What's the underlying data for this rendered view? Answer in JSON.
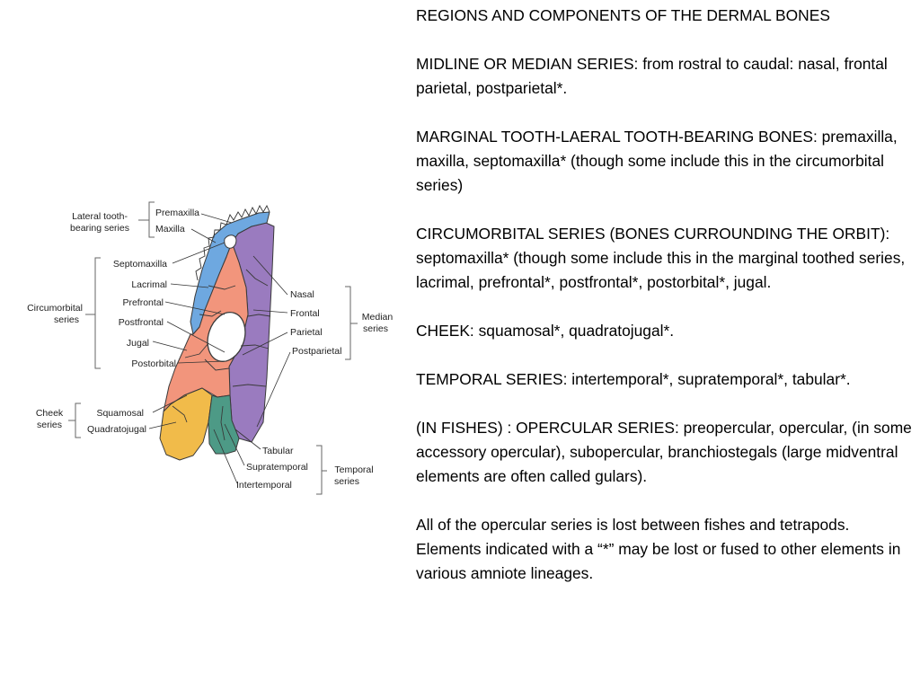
{
  "diagram": {
    "groups": {
      "lateral_tooth_bearing": [
        "Lateral tooth-",
        "bearing series"
      ],
      "circumorbital": [
        "Circumorbital",
        "series"
      ],
      "cheek": [
        "Cheek",
        "series"
      ],
      "median": [
        "Median",
        "series"
      ],
      "temporal": [
        "Temporal",
        "series"
      ]
    },
    "bones": {
      "premaxilla": "Premaxilla",
      "maxilla": "Maxilla",
      "septomaxilla": "Septomaxilla",
      "lacrimal": "Lacrimal",
      "prefrontal": "Prefrontal",
      "postfrontal": "Postfrontal",
      "jugal": "Jugal",
      "postorbital": "Postorbital",
      "squamosal": "Squamosal",
      "quadratojugal": "Quadratojugal",
      "nasal": "Nasal",
      "frontal": "Frontal",
      "parietal": "Parietal",
      "postparietal": "Postparietal",
      "tabular": "Tabular",
      "supratemporal": "Supratemporal",
      "intertemporal": "Intertemporal"
    },
    "colors": {
      "tooth_bearing": "#6ea8e0",
      "circumorbital": "#f2957c",
      "median": "#9a7bbf",
      "cheek": "#f1bb4a",
      "temporal": "#4d9a86"
    }
  },
  "text": {
    "title": "REGIONS AND COMPONENTS OF THE DERMAL BONES",
    "median_series": "MIDLINE OR MEDIAN SERIES: from rostral to caudal: nasal, frontal parietal, postparietal*.",
    "marginal_series": "MARGINAL TOOTH-LAERAL TOOTH-BEARING BONES: premaxilla, maxilla, septomaxilla* (though some include this in the circumorbital series)",
    "circumorbital_series": "CIRCUMORBITAL SERIES (BONES CURROUNDING THE ORBIT): septomaxilla* (though some include this in the marginal toothed series, lacrimal, prefrontal*, postfrontal*, postorbital*, jugal.",
    "cheek": "CHEEK: squamosal*, quadratojugal*.",
    "temporal_series": "TEMPORAL SERIES:  intertemporal*, supratemporal*, tabular*.",
    "opercular_series": "(IN FISHES) : OPERCULAR SERIES: preopercular, opercular, (in some accessory opercular), subopercular, branchiostegals (large midventral elements are often called gulars).",
    "closing_note": "All of the opercular series is lost between fishes and tetrapods.  Elements indicated with a “*” may be lost or fused to other elements in various amniote lineages."
  }
}
